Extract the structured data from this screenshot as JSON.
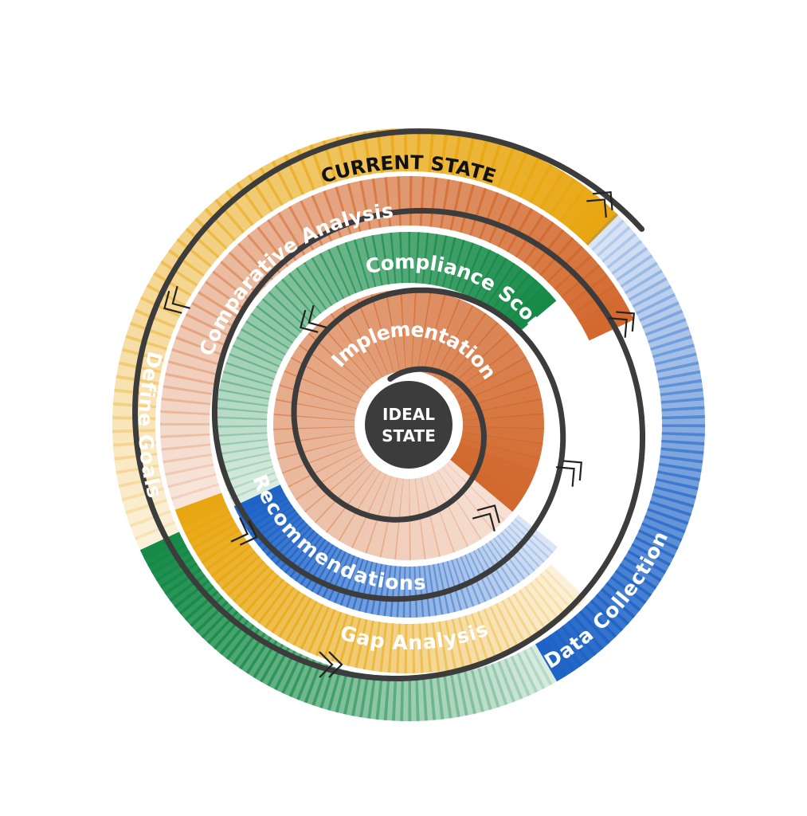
{
  "center": {
    "line1": "IDEAL",
    "line2": "STATE"
  },
  "segments": [
    {
      "id": "current-state",
      "label": "CURRENT STATE",
      "color": "#E8A712"
    },
    {
      "id": "comparative-analysis",
      "label": "Comparative Analysis",
      "color": "#D2692E"
    },
    {
      "id": "data-collection",
      "label": "Data Collection",
      "color": "#1E63C6"
    },
    {
      "id": "define-goals",
      "label": "Define Goals",
      "color": "#168A47"
    },
    {
      "id": "gap-analysis",
      "label": "Gap Analysis",
      "color": "#E8A712"
    },
    {
      "id": "compliance-scorecard",
      "label": "Compliance Scorecard",
      "color": "#168A47"
    },
    {
      "id": "recommendations",
      "label": "Recommendations",
      "color": "#1E63C6"
    },
    {
      "id": "implementation",
      "label": "Implementation",
      "color": "#D2692E"
    }
  ],
  "colors": {
    "spiral_line": "#3C3C3C",
    "center_fill": "#3C3C3C",
    "chevron": "#222222"
  }
}
